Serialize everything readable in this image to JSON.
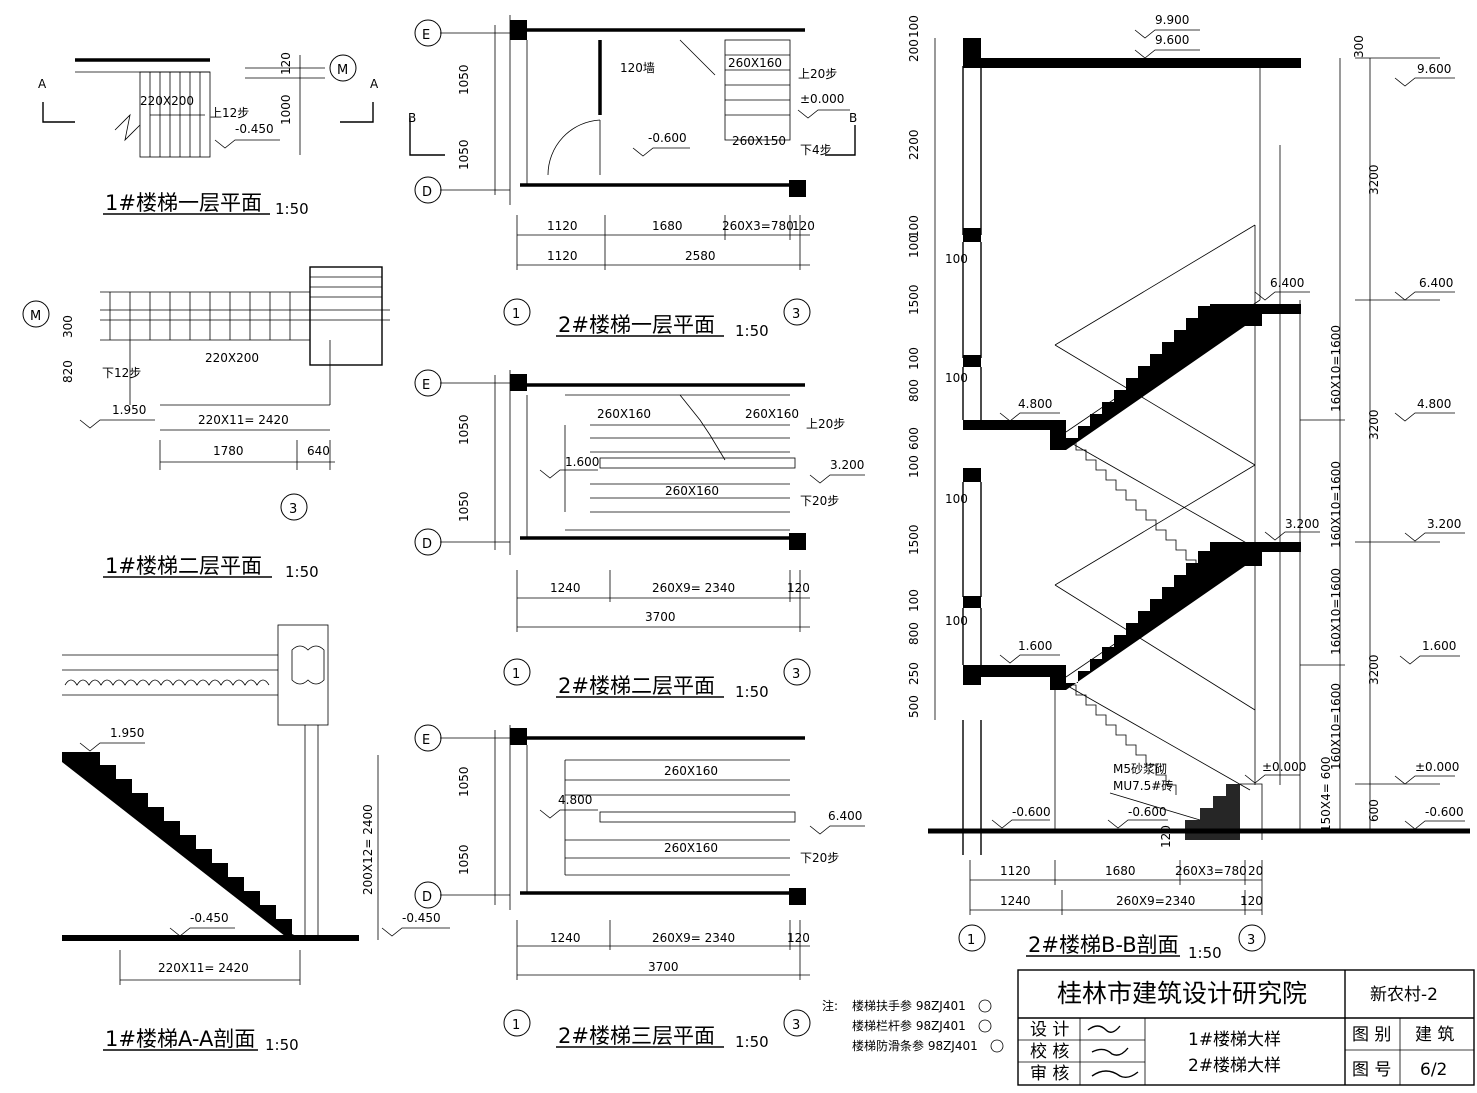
{
  "drawing": {
    "titles": {
      "s1_first_floor": "1#楼梯一层平面",
      "s1_second_floor": "1#楼梯二层平面",
      "s1_section_aa": "1#楼梯A-A剖面",
      "s2_first_floor": "2#楼梯一层平面",
      "s2_second_floor": "2#楼梯二层平面",
      "s2_third_floor": "2#楼梯三层平面",
      "s2_section_bb": "2#楼梯B-B剖面",
      "scale": "1:50"
    },
    "axes": {
      "A": "A",
      "B": "B",
      "D": "D",
      "E": "E",
      "M": "M",
      "ax1": "1",
      "ax3": "3"
    },
    "s1_plan1": {
      "step": "220X200",
      "up": "上12步",
      "level": "-0.450",
      "dim_120": "120",
      "dim_1000": "1000"
    },
    "s1_plan2": {
      "step": "220X200",
      "down": "下12步",
      "level": "1.950",
      "run": "220X11= 2420",
      "d1780": "1780",
      "d640": "640",
      "d300": "300",
      "d820": "820"
    },
    "s1_section": {
      "level_top": "1.950",
      "level_bottom": "-0.450",
      "level_side": "-0.450",
      "rise": "200X12= 2400",
      "run": "220X11= 2420"
    },
    "s2_plan1": {
      "wall": "120墙",
      "step_upper": "260X160",
      "up": "上20步",
      "level0": "±0.000",
      "step_lower": "260X150",
      "down": "下4步",
      "level": "-0.600",
      "d1050a": "1050",
      "d1050b": "1050",
      "d1120": "1120",
      "d1680": "1680",
      "d780": "260X3=780",
      "d120": "120",
      "d1120b": "1120",
      "d2580": "2580"
    },
    "s2_plan2": {
      "step_a": "260X160",
      "step_b": "260X160",
      "step_c": "260X160",
      "up": "上20步",
      "down": "下20步",
      "level_left": "1.600",
      "level_right": "3.200",
      "d1050a": "1050",
      "d1050b": "1050",
      "d1240": "1240",
      "d2340": "260X9= 2340",
      "d120": "120",
      "d3700": "3700"
    },
    "s2_plan3": {
      "step_a": "260X160",
      "step_b": "260X160",
      "down": "下20步",
      "level_left": "4.800",
      "level_right": "6.400",
      "d1050a": "1050",
      "d1050b": "1050",
      "d1240": "1240",
      "d2340": "260X9= 2340",
      "d120": "120",
      "d3700": "3700"
    },
    "s2_section": {
      "levels": {
        "l9900": "9.900",
        "l9600": "9.600",
        "l9600r": "9.600",
        "l6400": "6.400",
        "l6400r": "6.400",
        "l4800": "4.800",
        "l4800r": "4.800",
        "l3200": "3.200",
        "l3200r": "3.200",
        "l1600": "1.600",
        "l1600r": "1.600",
        "l0": "±0.000",
        "l0r": "±0.000",
        "lm600a": "-0.600",
        "lm600b": "-0.600",
        "lm600r": "-0.600"
      },
      "left_dims": [
        "200",
        "100",
        "2200",
        "100",
        "100",
        "1500",
        "100",
        "100",
        "800",
        "600",
        "100",
        "100",
        "100",
        "1500",
        "100",
        "100",
        "800",
        "250",
        "500"
      ],
      "right_dims": [
        "300",
        "3200",
        "3200",
        "3200",
        "600"
      ],
      "flight_dims": [
        "160X10=1600",
        "160X10=1600",
        "160X10=1600",
        "160X10=1600",
        "150X4= 600"
      ],
      "note1": "M5砂浆砌",
      "note2": "MU7.5#砖",
      "n120": "120",
      "b1120": "1120",
      "b1680": "1680",
      "b780": "260X3=780",
      "b20": "20",
      "b1240": "1240",
      "b2340": "260X9=2340",
      "b120": "120"
    },
    "notes": {
      "prefix": "注:",
      "line1": "楼梯扶手参 98ZJ401",
      "line2": "楼梯栏杆参 98ZJ401",
      "line3": "楼梯防滑条参 98ZJ401"
    },
    "title_block": {
      "institute": "桂林市建筑设计研究院",
      "project": "新农村-2",
      "design": "设 计",
      "check": "校 核",
      "review": "审 核",
      "drawing1": "1#楼梯大样",
      "drawing2": "2#楼梯大样",
      "type_label": "图 别",
      "type_value": "建 筑",
      "no_label": "图 号",
      "no_value": "6/2"
    }
  }
}
